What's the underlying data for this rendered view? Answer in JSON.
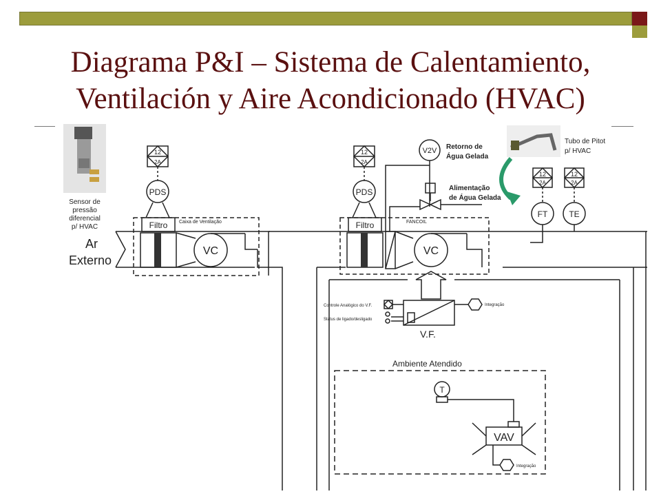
{
  "title": {
    "line1": "Diagrama P&I – Sistema de Calentamiento,",
    "line2": "Ventilación y Aire Acondicionado (HVAC)"
  },
  "colors": {
    "title": "#5a1010",
    "bar": "#9c9c3c",
    "accent_square": "#7a1818",
    "arrow": "#2a9a6a"
  },
  "labels": {
    "tag_top": "12",
    "tag_bottom": "2A",
    "pds": "PDS",
    "filtro": "Filtro",
    "vc": "VC",
    "caixa": "Caixa de Ventilação",
    "fancoil": "FANCOIL",
    "ar": "Ar",
    "externo": "Externo",
    "v2v": "V2V",
    "retorno_1": "Retorno de",
    "retorno_2": "Água Gelada",
    "alim_1": "Alimentação",
    "alim_2": "de Água Gelada",
    "pitot_1": "Tubo de Pitot",
    "pitot_2": "p/ HVAC",
    "sensor_1": "Sensor de",
    "sensor_2": "pressão",
    "sensor_3": "diferencial",
    "sensor_4": "p/ HVAC",
    "ft": "FT",
    "te": "TE",
    "controle": "Controle Analógico do V.F.",
    "status": "Status de ligado/desligado",
    "integracao": "Integração",
    "vf": "V.F.",
    "ambiente": "Ambiente Atendido",
    "t": "T",
    "vav": "VAV"
  }
}
